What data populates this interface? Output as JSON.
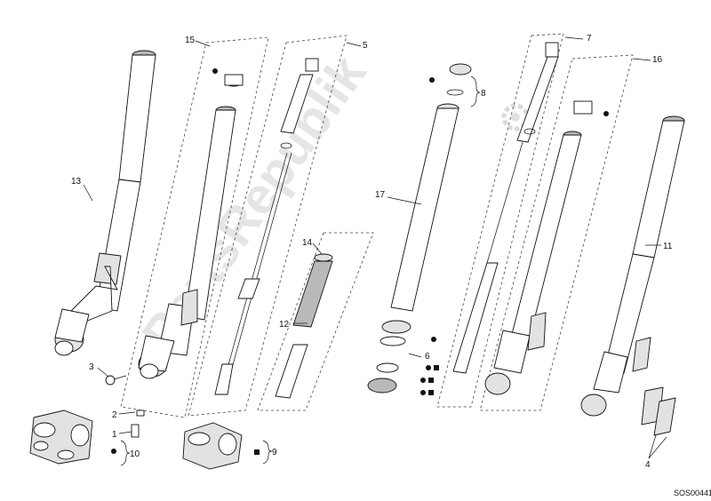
{
  "diagram": {
    "callouts": [
      "1",
      "2",
      "3",
      "4",
      "5",
      "6",
      "7",
      "8",
      "9",
      "10",
      "11",
      "12",
      "13",
      "14",
      "15",
      "16",
      "17"
    ],
    "reference_code": "SOS00441",
    "watermark": "PartsRepublik"
  }
}
